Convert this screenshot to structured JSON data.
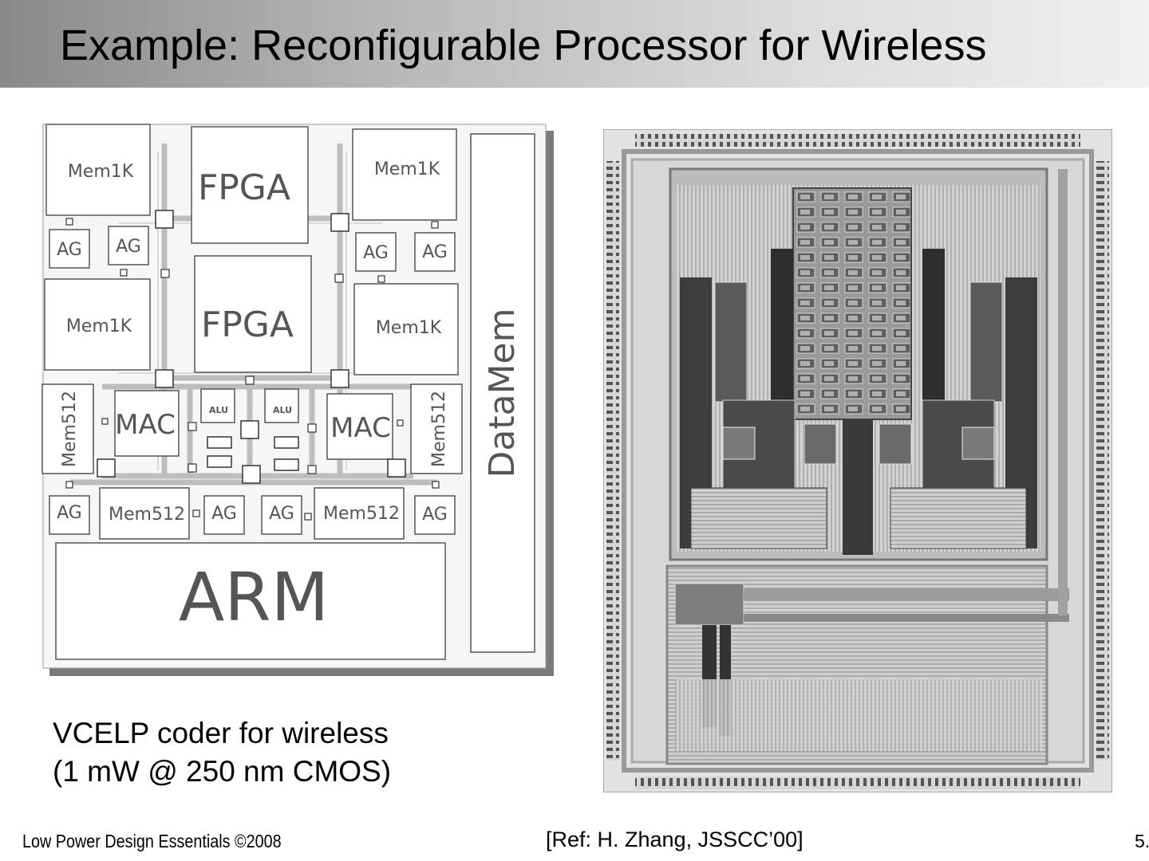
{
  "slide": {
    "title": "Example: Reconfigurable Processor for Wireless",
    "caption_line1": "VCELP coder for wireless",
    "caption_line2": "(1 mW @ 250 nm CMOS)",
    "reference": "[Ref: H. Zhang, JSSCC’00]",
    "footer": "Low Power Design Essentials ©2008",
    "page_number": "5."
  },
  "floorplan": {
    "blocks": {
      "mem1k": "Mem1K",
      "fpga": "FPGA",
      "ag": "AG",
      "mac": "MAC",
      "alu": "ALU",
      "mem512": "Mem512",
      "datamem": "DataMem",
      "arm": "ARM"
    }
  },
  "die_photo": {
    "icon": "chip-die-photo"
  }
}
